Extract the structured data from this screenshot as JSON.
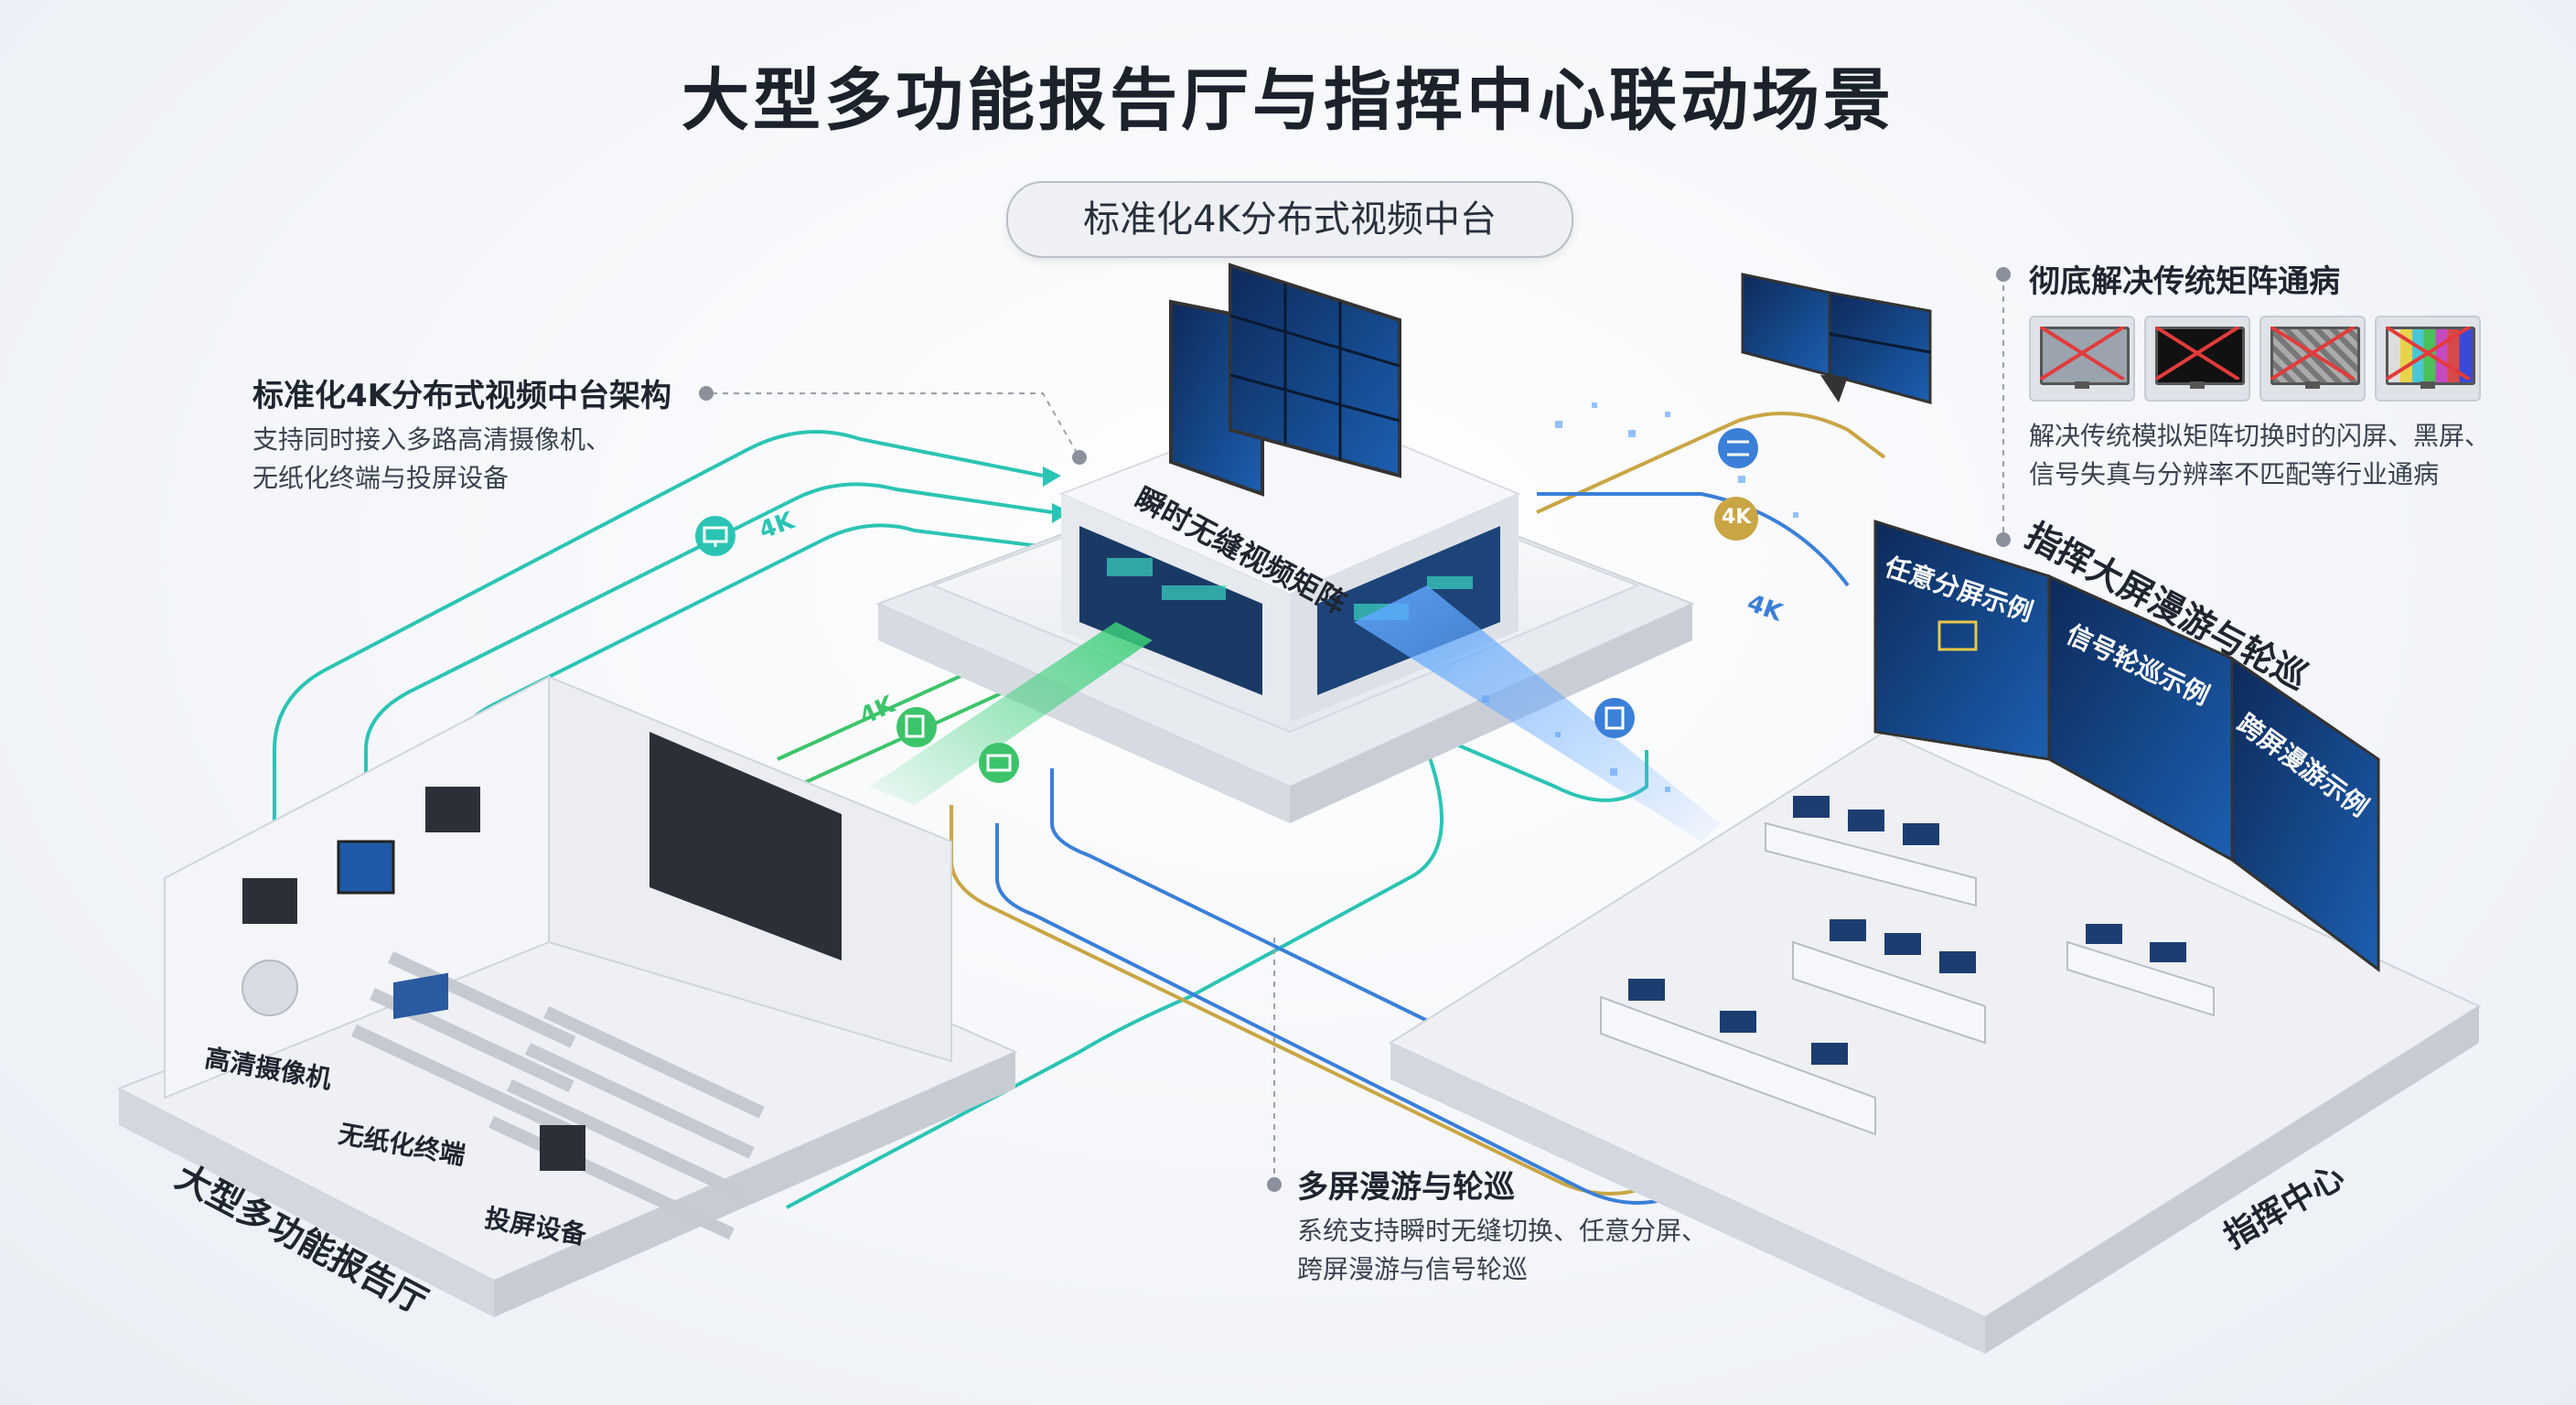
{
  "title": "大型多功能报告厅与指挥中心联动场景",
  "platform_pill": "标准化4K分布式视频中台",
  "callouts": {
    "architecture": {
      "head": "标准化4K分布式视频中台架构",
      "lines": [
        "支持同时接入多路高清摄像机、",
        "无纸化终端与投屏设备"
      ]
    },
    "matrix_problems": {
      "head": "彻底解决传统矩阵通病",
      "lines": [
        "解决传统模拟矩阵切换时的闪屏、黑屏、",
        "信号失真与分辨率不匹配等行业通病"
      ]
    },
    "roaming": {
      "head": "多屏漫游与轮巡",
      "lines": [
        "系统支持瞬时无缝切换、任意分屏、",
        "跨屏漫游与信号轮巡"
      ]
    }
  },
  "labels": {
    "matrix": "瞬时无缝视频矩阵",
    "bigscreen": "指挥大屏漫游与轮巡",
    "split": "任意分屏示例",
    "polling": "信号轮巡示例",
    "cross": "跨屏漫游示例",
    "command_center": "指挥中心",
    "hall": "大型多功能报告厅",
    "camera": "高清摄像机",
    "paperless": "无纸化终端",
    "projection": "投屏设备"
  },
  "badges": {
    "k4": "4K"
  },
  "colors": {
    "teal": "#2bc4b4",
    "green": "#3cc46a",
    "blue": "#3a7fd8",
    "gold": "#c9a544",
    "red": "#e23b3b"
  },
  "icons": [
    "monitor-icon",
    "projector-icon",
    "settings-sliders-icon",
    "document-icon",
    "no-signal-icon",
    "black-screen-icon",
    "distortion-icon",
    "color-bars-icon"
  ]
}
